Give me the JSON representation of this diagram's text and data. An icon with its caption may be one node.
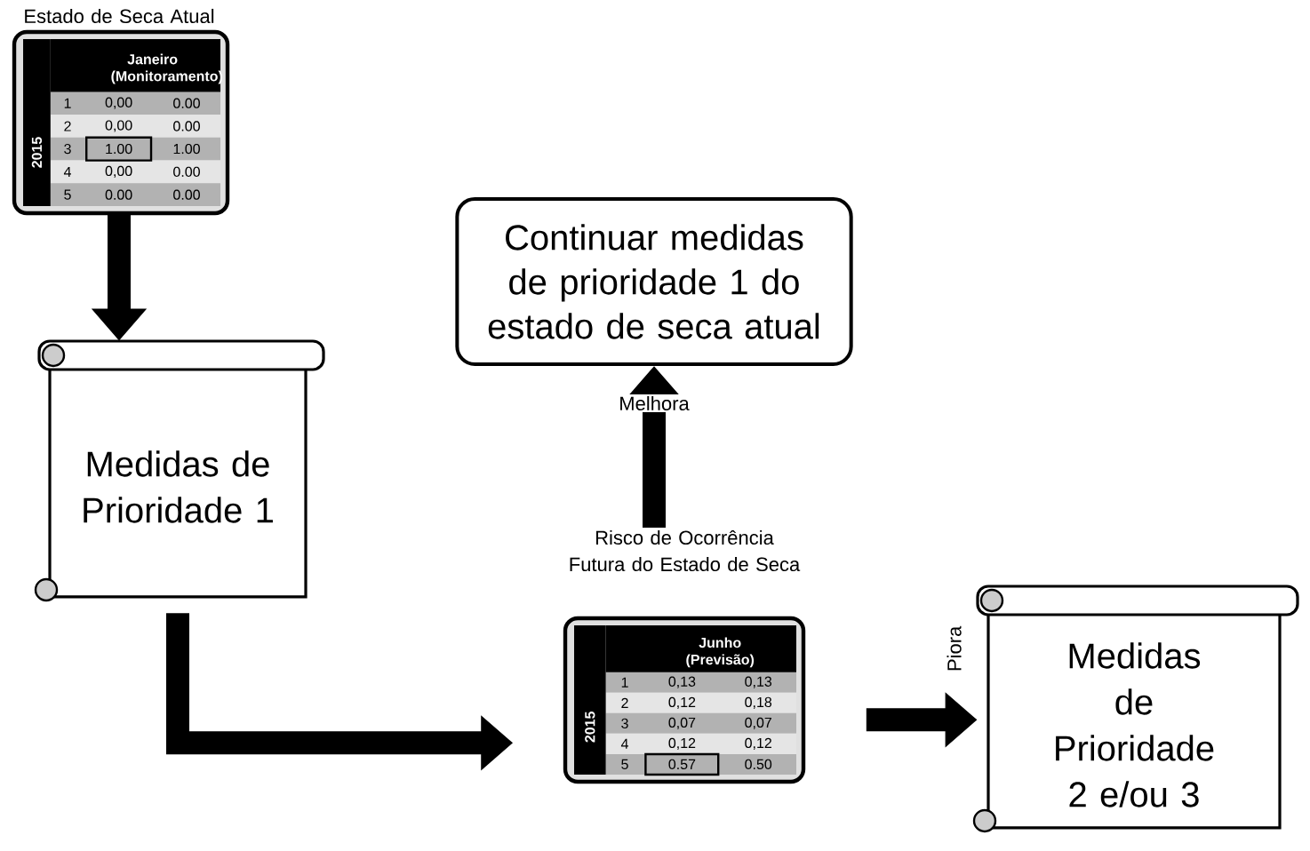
{
  "diagram": {
    "nodes": [
      {
        "text": [
          "Estado de Seca Atual",
          "Janeiro (Monitoramento)",
          "2015",
          "1",
          "0,00",
          "0.00",
          "2",
          "0,00",
          "0.00",
          "3",
          "1.00",
          "1.00",
          "4",
          "0,00",
          "0.00",
          "5",
          "0.00",
          "0.00"
        ]
      },
      {
        "text": [
          "Medidas de Prioridade 1"
        ]
      },
      {
        "text": [
          "Continuar medidas de prioridade 1 do estado de seca atual"
        ]
      },
      {
        "text": [
          "Risco de Ocorrência Futura do Estado de Seca",
          "Junho (Previsão)",
          "2015",
          "1",
          "0,13",
          "0,13",
          "2",
          "0,12",
          "0,18",
          "3",
          "0,07",
          "0,07",
          "4",
          "0,12",
          "0,12",
          "5",
          "0.57",
          "0.50"
        ]
      },
      {
        "text": [
          "Medidas de Prioridade 2 e/ou 3"
        ]
      }
    ],
    "edges": [
      {
        "from": 0,
        "to": 1,
        "arrow": "to"
      },
      {
        "from": 1,
        "to": 3,
        "arrow": "to"
      },
      {
        "from": 3,
        "to": 2,
        "arrow": "to",
        "label": "Melhora"
      },
      {
        "from": 3,
        "to": 4,
        "arrow": "to",
        "label": "Piora"
      }
    ]
  }
}
